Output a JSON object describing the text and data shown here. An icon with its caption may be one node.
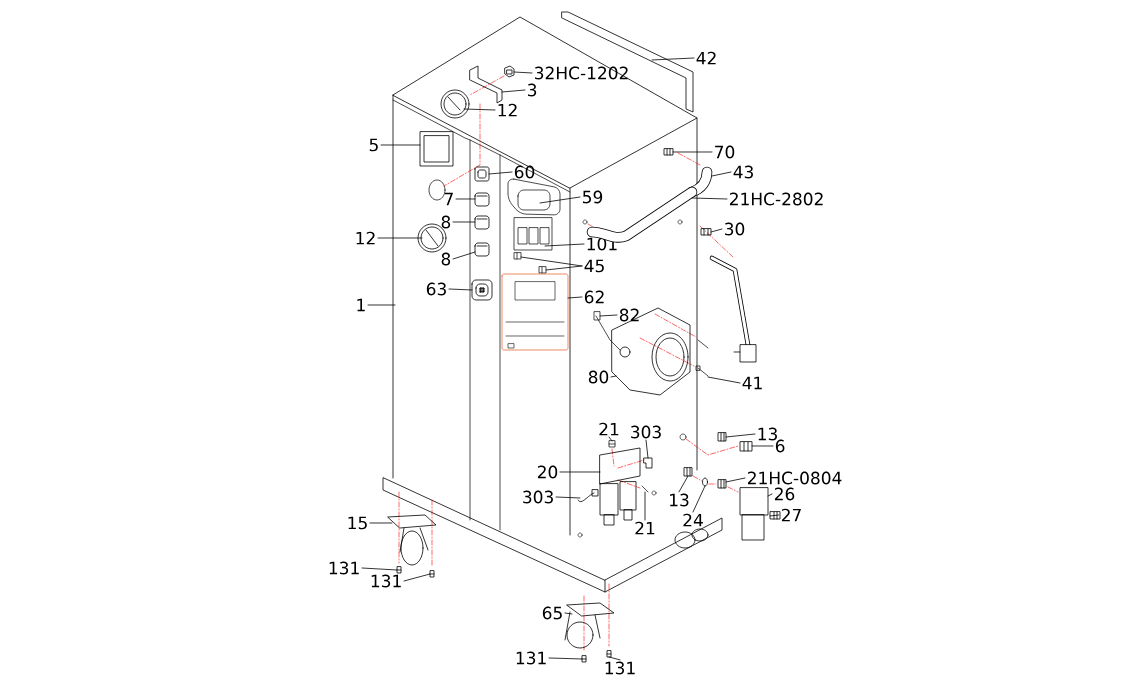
{
  "diagram": {
    "nodes": [
      {
        "text": [
          "42"
        ]
      },
      {
        "text": [
          "32HC-1202"
        ]
      },
      {
        "text": [
          "3"
        ]
      },
      {
        "text": [
          "12"
        ]
      },
      {
        "text": [
          "5"
        ]
      },
      {
        "text": [
          "70"
        ]
      },
      {
        "text": [
          "43"
        ]
      },
      {
        "text": [
          "60"
        ]
      },
      {
        "text": [
          "59"
        ]
      },
      {
        "text": [
          "21HC-2802"
        ]
      },
      {
        "text": [
          "7"
        ]
      },
      {
        "text": [
          "8"
        ]
      },
      {
        "text": [
          "30"
        ]
      },
      {
        "text": [
          "12"
        ]
      },
      {
        "text": [
          "101"
        ]
      },
      {
        "text": [
          "8"
        ]
      },
      {
        "text": [
          "45"
        ]
      },
      {
        "text": [
          "1"
        ]
      },
      {
        "text": [
          "63"
        ]
      },
      {
        "text": [
          "62"
        ]
      },
      {
        "text": [
          "82"
        ]
      },
      {
        "text": [
          "41"
        ]
      },
      {
        "text": [
          "80"
        ]
      },
      {
        "text": [
          "21"
        ]
      },
      {
        "text": [
          "303"
        ]
      },
      {
        "text": [
          "13"
        ]
      },
      {
        "text": [
          "6"
        ]
      },
      {
        "text": [
          "20"
        ]
      },
      {
        "text": [
          "21HC-0804"
        ]
      },
      {
        "text": [
          "13"
        ]
      },
      {
        "text": [
          "303"
        ]
      },
      {
        "text": [
          "26"
        ]
      },
      {
        "text": [
          "24"
        ]
      },
      {
        "text": [
          "27"
        ]
      },
      {
        "text": [
          "21"
        ]
      },
      {
        "text": [
          "15"
        ]
      },
      {
        "text": [
          "131"
        ]
      },
      {
        "text": [
          "131"
        ]
      },
      {
        "text": [
          "65"
        ]
      },
      {
        "text": [
          "131"
        ]
      },
      {
        "text": [
          "131"
        ]
      },
      {
        "text": [],
        "shape": "picture"
      },
      {
        "text": [],
        "shape": "picture"
      },
      {
        "text": [],
        "shape": "picture"
      },
      {
        "text": [],
        "shape": "picture"
      },
      {
        "text": [],
        "shape": "picture"
      },
      {
        "text": [],
        "shape": "picture"
      },
      {
        "text": [],
        "shape": "picture"
      },
      {
        "text": [],
        "shape": "picture"
      },
      {
        "text": [],
        "shape": "picture"
      },
      {
        "text": [],
        "shape": "picture"
      },
      {
        "text": [],
        "shape": "picture"
      },
      {
        "text": [],
        "shape": "picture"
      },
      {
        "text": [],
        "shape": "picture"
      },
      {
        "text": [],
        "shape": "picture"
      },
      {
        "text": [],
        "shape": "picture"
      },
      {
        "text": [],
        "shape": "picture"
      },
      {
        "text": [],
        "shape": "picture"
      },
      {
        "text": [],
        "shape": "picture"
      },
      {
        "text": [],
        "shape": "picture"
      },
      {
        "text": [],
        "shape": "picture"
      },
      {
        "text": [],
        "shape": "picture"
      },
      {
        "text": [],
        "shape": "picture"
      },
      {
        "text": [],
        "shape": "picture"
      },
      {
        "text": [],
        "shape": "picture"
      },
      {
        "text": [],
        "shape": "picture"
      },
      {
        "text": [],
        "shape": "picture"
      },
      {
        "text": [],
        "shape": "picture"
      },
      {
        "text": [],
        "shape": "picture"
      },
      {
        "text": [],
        "shape": "picture"
      },
      {
        "text": [],
        "shape": "picture"
      },
      {
        "text": [],
        "shape": "picture"
      },
      {
        "text": [],
        "shape": "picture"
      },
      {
        "text": [],
        "shape": "picture"
      },
      {
        "text": [],
        "shape": "picture"
      },
      {
        "text": [],
        "shape": "picture"
      },
      {
        "text": [],
        "shape": "picture"
      },
      {
        "text": [],
        "shape": "picture"
      },
      {
        "text": [],
        "shape": "picture"
      },
      {
        "text": [],
        "shape": "picture"
      },
      {
        "text": [],
        "shape": "picture"
      },
      {
        "text": [],
        "shape": "picture"
      }
    ],
    "edges": [
      {
        "from": 0,
        "to": 41,
        "arrow": "none"
      },
      {
        "from": 1,
        "to": 42,
        "arrow": "none"
      },
      {
        "from": 2,
        "to": 43,
        "arrow": "none"
      },
      {
        "from": 3,
        "to": 44,
        "arrow": "none"
      },
      {
        "from": 4,
        "to": 45,
        "arrow": "none"
      },
      {
        "from": 5,
        "to": 46,
        "arrow": "none"
      },
      {
        "from": 6,
        "to": 47,
        "arrow": "none"
      },
      {
        "from": 7,
        "to": 48,
        "arrow": "none"
      },
      {
        "from": 8,
        "to": 49,
        "arrow": "none"
      },
      {
        "from": 9,
        "to": 50,
        "arrow": "none"
      },
      {
        "from": 10,
        "to": 51,
        "arrow": "none"
      },
      {
        "from": 11,
        "to": 52,
        "arrow": "none"
      },
      {
        "from": 12,
        "to": 53,
        "arrow": "none"
      },
      {
        "from": 13,
        "to": 54,
        "arrow": "none"
      },
      {
        "from": 14,
        "to": 55,
        "arrow": "none"
      },
      {
        "from": 15,
        "to": 56,
        "arrow": "none"
      },
      {
        "from": 16,
        "to": 57,
        "arrow": "none"
      },
      {
        "from": 16,
        "to": 58,
        "arrow": "none"
      },
      {
        "from": 17,
        "to": null,
        "arrow": "none"
      },
      {
        "from": 18,
        "to": 59,
        "arrow": "none"
      },
      {
        "from": 19,
        "to": 60,
        "arrow": "none"
      },
      {
        "from": 20,
        "to": 61,
        "arrow": "none"
      },
      {
        "from": 21,
        "to": 62,
        "arrow": "none"
      },
      {
        "from": 22,
        "to": 63,
        "arrow": "none"
      },
      {
        "from": 23,
        "to": 64,
        "arrow": "none"
      },
      {
        "from": 24,
        "to": 65,
        "arrow": "none"
      },
      {
        "from": 25,
        "to": 66,
        "arrow": "none"
      },
      {
        "from": 26,
        "to": 67,
        "arrow": "none"
      },
      {
        "from": 27,
        "to": 68,
        "arrow": "none"
      },
      {
        "from": 28,
        "to": 69,
        "arrow": "none"
      },
      {
        "from": 29,
        "to": 70,
        "arrow": "none"
      },
      {
        "from": 30,
        "to": 71,
        "arrow": "none"
      },
      {
        "from": 31,
        "to": 72,
        "arrow": "none"
      },
      {
        "from": 32,
        "to": 73,
        "arrow": "none"
      },
      {
        "from": 33,
        "to": 74,
        "arrow": "none"
      },
      {
        "from": 34,
        "to": 75,
        "arrow": "none"
      },
      {
        "from": 35,
        "to": 76,
        "arrow": "none"
      },
      {
        "from": 36,
        "to": 77,
        "arrow": "none"
      },
      {
        "from": 37,
        "to": 78,
        "arrow": "none"
      },
      {
        "from": 38,
        "to": 79,
        "arrow": "none"
      },
      {
        "from": 39,
        "to": 80,
        "arrow": "none"
      },
      {
        "from": 40,
        "to": 81,
        "arrow": "none"
      }
    ]
  }
}
